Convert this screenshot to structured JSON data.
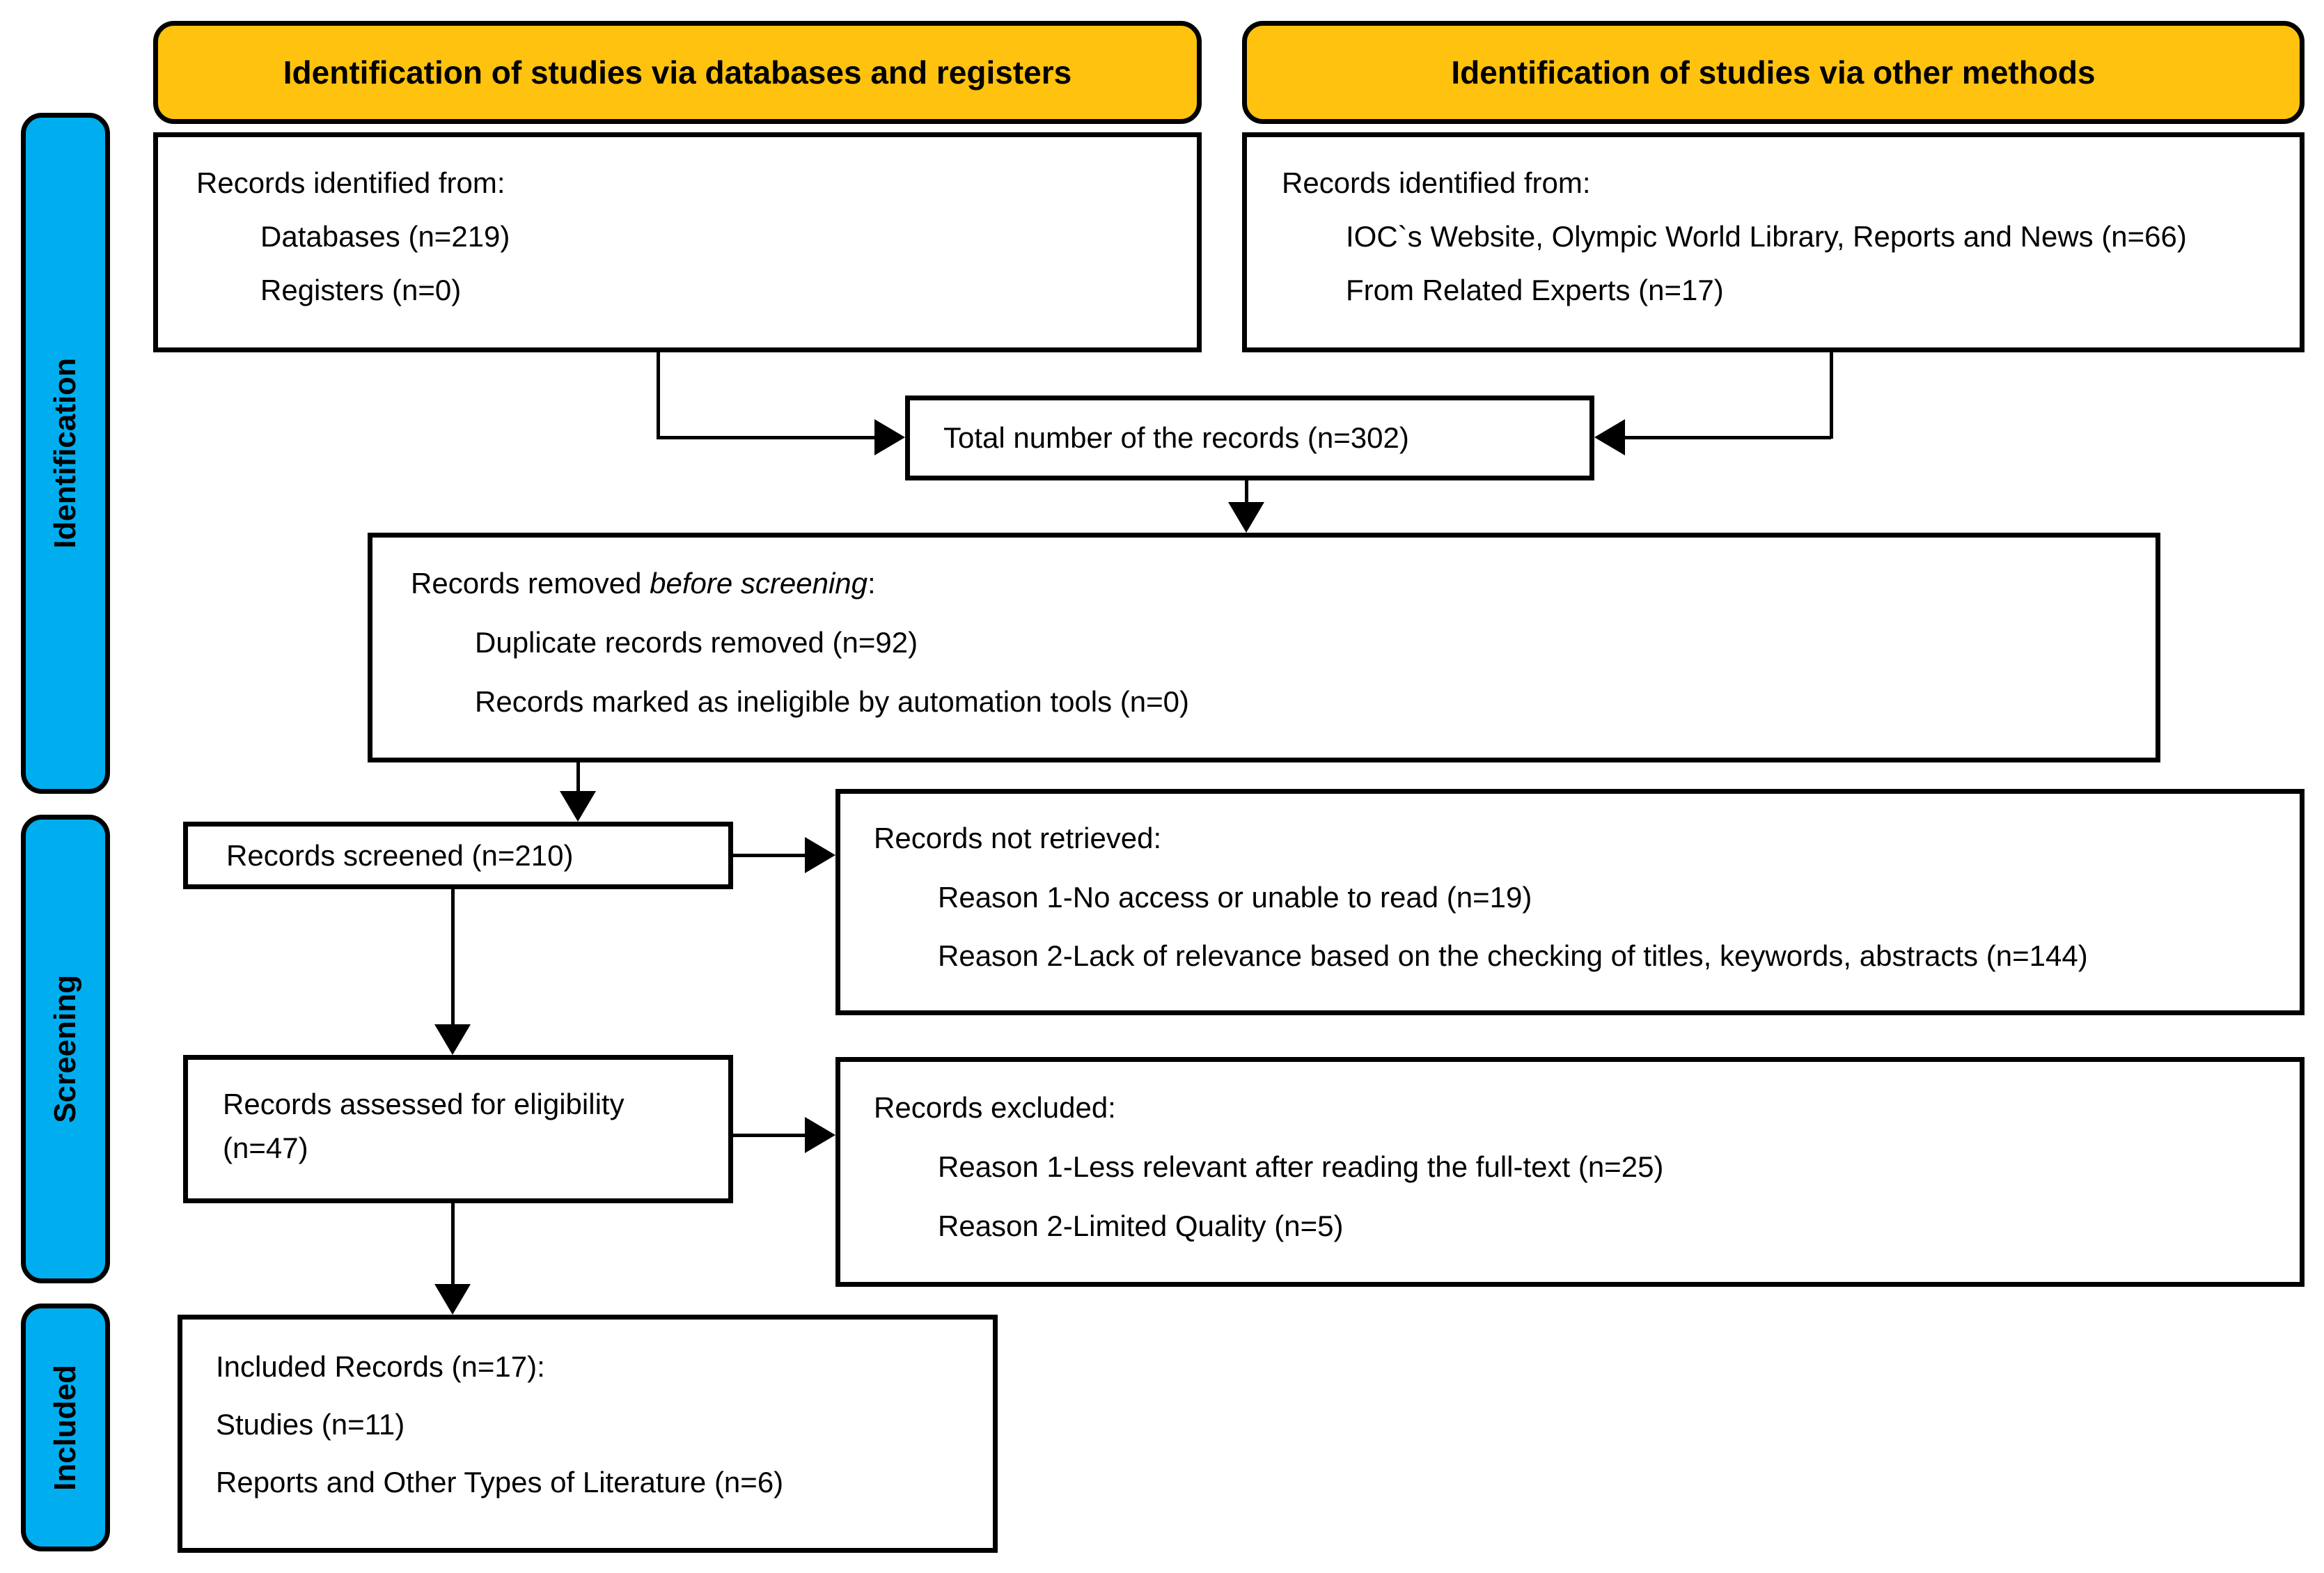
{
  "colors": {
    "header_fill": "#FFC20E",
    "stage_fill": "#00AEEF",
    "line": "#000000",
    "background": "#FFFFFF"
  },
  "headers": {
    "databases": "Identification of studies via databases and registers",
    "other": "Identification of studies via other methods"
  },
  "stages": {
    "identification": "Identification",
    "screening": "Screening",
    "included": "Included"
  },
  "boxes": {
    "identified_db": {
      "title": "Records identified from:",
      "items": [
        "Databases (n=219)",
        "Registers (n=0)"
      ]
    },
    "identified_other": {
      "title": "Records identified from:",
      "items": [
        "IOC`s Website, Olympic World Library, Reports and News (n=66)",
        "From Related Experts (n=17)"
      ]
    },
    "total": {
      "text": "Total number of the records (n=302)"
    },
    "removed": {
      "title_prefix": "Records removed ",
      "title_italic": "before screening",
      "title_suffix": ":",
      "items": [
        "Duplicate records removed (n=92)",
        "Records marked as ineligible by automation tools (n=0)"
      ]
    },
    "screened": {
      "text": "Records screened (n=210)"
    },
    "not_retrieved": {
      "title": "Records not retrieved:",
      "items": [
        "Reason 1-No access or unable to read (n=19)",
        "Reason 2-Lack of relevance based on the checking of titles, keywords, abstracts (n=144)"
      ]
    },
    "assessed": {
      "line1": "Records assessed for eligibility",
      "line2": "(n=47)"
    },
    "excluded": {
      "title": "Records excluded:",
      "items": [
        "Reason 1-Less relevant after reading the full-text (n=25)",
        "Reason 2-Limited Quality (n=5)"
      ]
    },
    "included": {
      "title": "Included Records (n=17):",
      "items": [
        "Studies (n=11)",
        "Reports and Other Types of Literature (n=6)"
      ]
    }
  }
}
